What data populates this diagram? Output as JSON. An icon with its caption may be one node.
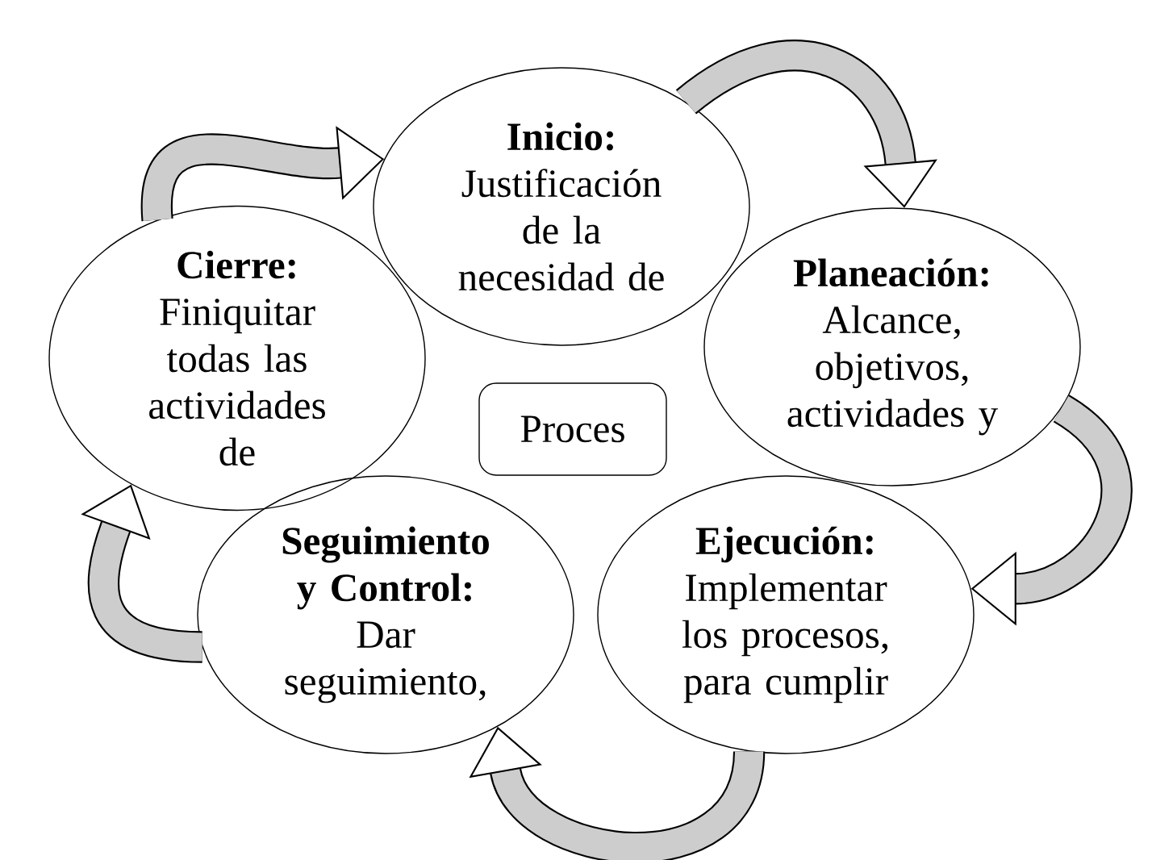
{
  "diagram": {
    "nodes": [
      {
        "text": [
          "Inicio:",
          "Justificación de la necesidad de"
        ]
      },
      {
        "text": [
          "Planeación:",
          "Alcance, objetivos, actividades y"
        ]
      },
      {
        "text": [
          "Ejecución:",
          "Implementar los procesos, para cumplir"
        ]
      },
      {
        "text": [
          "Seguimiento y Control:",
          "Dar seguimiento,"
        ]
      },
      {
        "text": [
          "Cierre:",
          "Finiquitar todas las actividades de"
        ]
      },
      {
        "text": [
          "Proces"
        ]
      }
    ],
    "edges": [
      {
        "from": 4,
        "to": 0,
        "arrow": "to"
      },
      {
        "from": 0,
        "to": 1,
        "arrow": "to"
      },
      {
        "from": 1,
        "to": 2,
        "arrow": "to"
      },
      {
        "from": 2,
        "to": 3,
        "arrow": "to"
      },
      {
        "from": 3,
        "to": 4,
        "arrow": "to"
      }
    ]
  }
}
